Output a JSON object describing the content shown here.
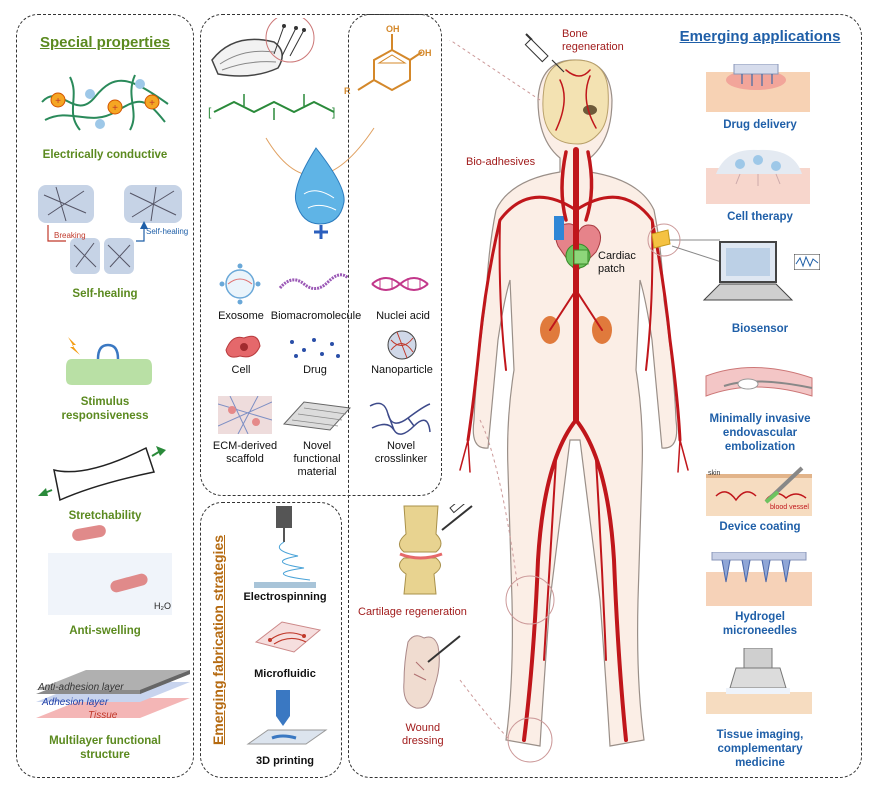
{
  "special": {
    "title": "Special properties",
    "items": [
      "Electrically conductive",
      "Self-healing",
      "Stimulus\nresponsiveness",
      "Stretchability",
      "Anti-swelling",
      "Multilayer functional\nstructure"
    ],
    "breaking": "Breaking",
    "self_healing_small": "Self-healing",
    "h2o": "H₂O",
    "layers": [
      "Anti-adhesion layer",
      "Adhesion layer",
      "Tissue"
    ]
  },
  "materials": {
    "components": [
      "Exosome",
      "Biomacromolecule",
      "Nuclei acid",
      "Cell",
      "Drug",
      "Nanoparticle",
      "ECM-derived\nscaffold",
      "Novel\nfunctional\nmaterial",
      "Novel\ncrosslinker"
    ],
    "structure": {
      "oh1": "OH",
      "oh2": "OH",
      "r": "R"
    }
  },
  "fabrication": {
    "title": "Emerging fabrication strategies",
    "items": [
      "Electrospinning",
      "Microfluidic",
      "3D printing"
    ]
  },
  "body": {
    "labels": [
      "Bone\nregeneration",
      "Bio-adhesives",
      "Cardiac\npatch",
      "Cartilage regeneration",
      "Wound\ndressing"
    ]
  },
  "applications": {
    "title": "Emerging applications",
    "items": [
      "Drug delivery",
      "Cell therapy",
      "Biosensor",
      "Minimally invasive\nendovascular\nembolization",
      "Device coating",
      "Hydrogel\nmicroneedles",
      "Tissue imaging,\ncomplementary\nmedicine"
    ],
    "skin": "skin",
    "blood_vessel": "blood vessel"
  },
  "colors": {
    "green": "#5b8a1f",
    "blue": "#1f5fa8",
    "orange": "#b56a10",
    "vessel": "#c0161b"
  }
}
